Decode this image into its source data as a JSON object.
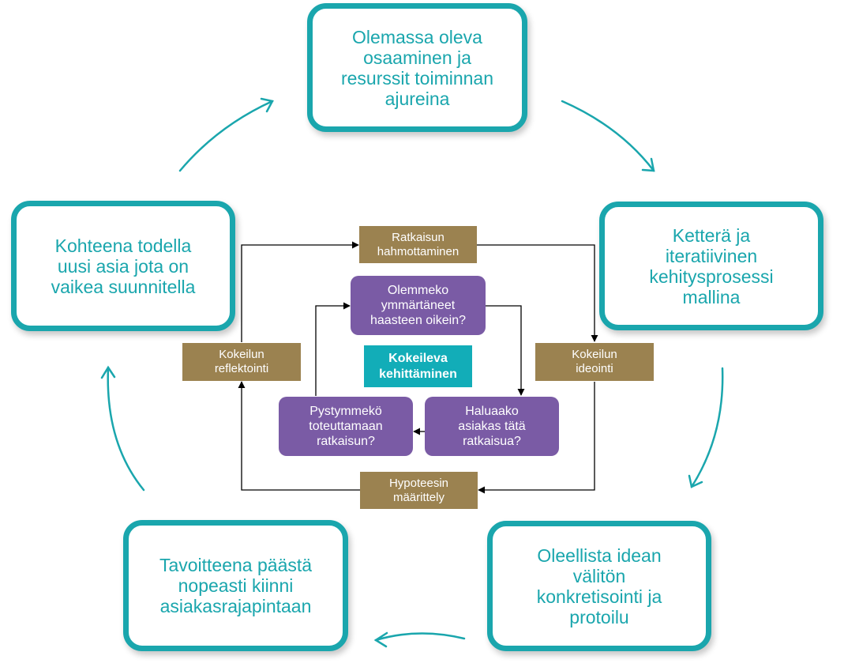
{
  "outer_boxes": {
    "top": "Olemassa  oleva\nosaaminen ja\nresurssit toiminnan\najureina",
    "right": "Ketterä ja\niteratiivinen\nkehitysprosessi\nmallina",
    "bottom_right": "Oleellista  idean\nvälitön\nkonkretisointi ja\nprotoilu",
    "bottom_left": "Tavoitteena  päästä\nnopeasti kiinni\nasiakasrajapintaan",
    "left": "Kohteena  todella\nuusi asia jota  on\nvaikea  suunnitella"
  },
  "phases": {
    "top": "Ratkaisun\nhahmottaminen",
    "right": "Kokeilun\nideointi",
    "bottom": "Hypoteesin\nmäärittely",
    "left": "Kokeilun\nreflektointi"
  },
  "questions": {
    "top": "Olemmeko\nymmärtäneet\nhaasteen oikein?",
    "right": "Haluaako\nasiakas tätä\nratkaisua?",
    "left": "Pystymmekö\ntoteuttamaan\nratkaisun?"
  },
  "center_label": "Kokeileva\nkehittäminen",
  "colors": {
    "teal": "#1AA6AD",
    "brown": "#9B8250",
    "purple": "#7A5BA5",
    "center": "#12ADB8"
  }
}
